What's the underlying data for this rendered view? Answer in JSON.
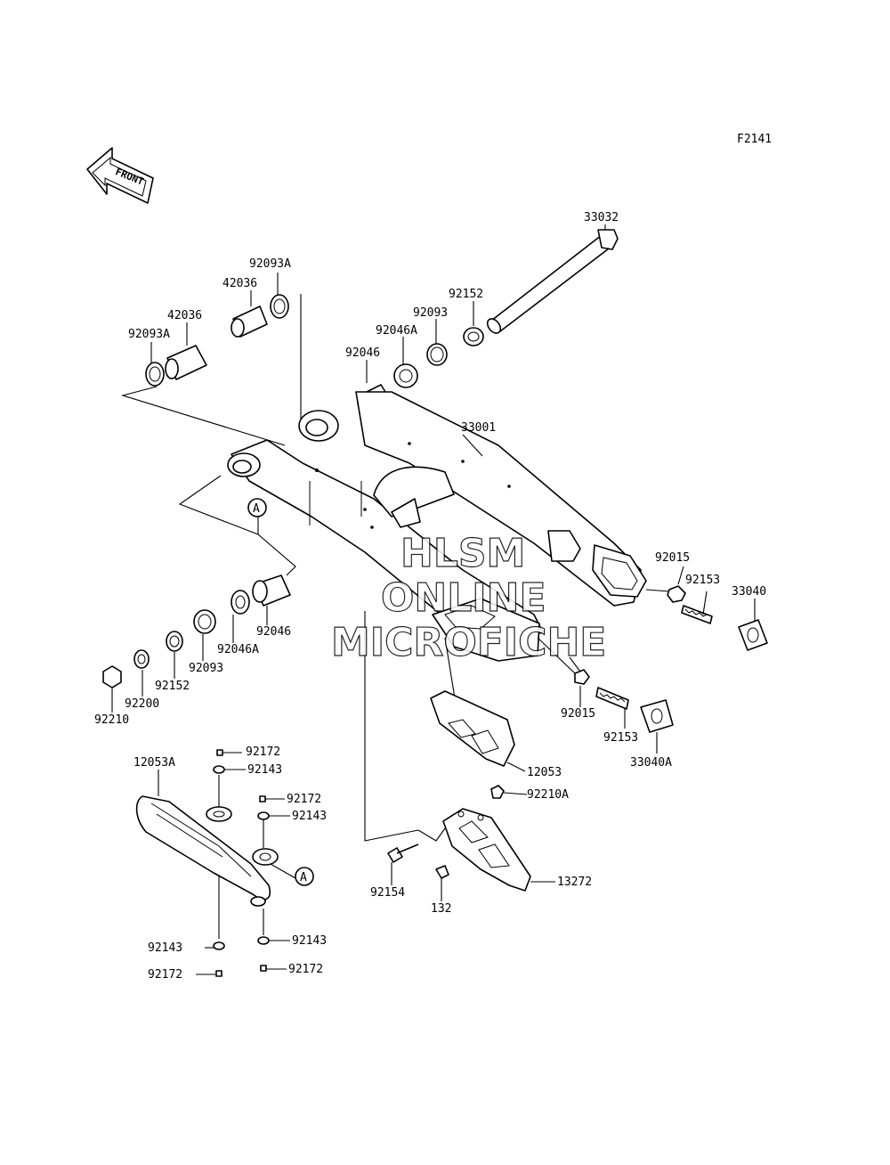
{
  "figure_code": "F2141",
  "front_arrow_label": "FRONT",
  "callout_a": "A",
  "watermark": [
    "HLSM",
    "ONLINE",
    "MICROFICHE"
  ],
  "labels": {
    "p33032": "33032",
    "p92093A_top": "92093A",
    "p42036_top": "42036",
    "p42036_left": "42036",
    "p92093A_left": "92093A",
    "p92152_top": "92152",
    "p92093_top": "92093",
    "p92046A_top": "92046A",
    "p92046_top": "92046",
    "p33001": "33001",
    "p92015_right": "92015",
    "p92153_right": "92153",
    "p33040": "33040",
    "p92046_mid": "92046",
    "p92046A_mid": "92046A",
    "p92093_mid": "92093",
    "p92152_mid": "92152",
    "p92200": "92200",
    "p92210": "92210",
    "p92015_low": "92015",
    "p92153_low": "92153",
    "p33040A": "33040A",
    "p12053": "12053",
    "p12053A": "12053A",
    "p92172_a": "92172",
    "p92143_a": "92143",
    "p92172_b": "92172",
    "p92143_b": "92143",
    "p92210A": "92210A",
    "p13272": "13272",
    "p92154": "92154",
    "p132": "132",
    "p92143_c": "92143",
    "p92143_d": "92143",
    "p92172_c": "92172",
    "p92172_d": "92172"
  }
}
